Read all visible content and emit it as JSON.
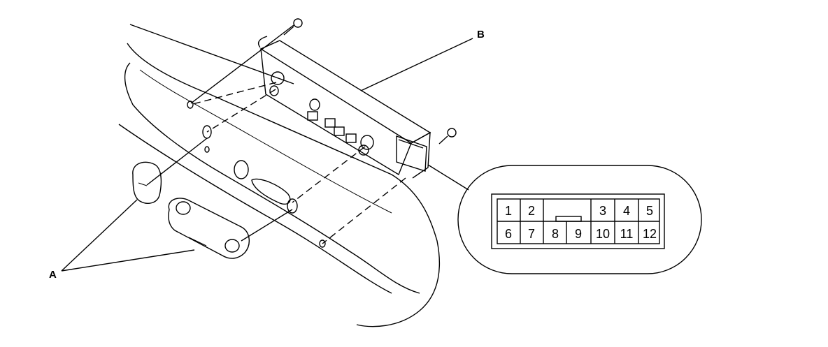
{
  "callouts": {
    "a": "A",
    "b": "B"
  },
  "connector": {
    "top_row": [
      "1",
      "2",
      "",
      "3",
      "4",
      "5"
    ],
    "bottom_row": [
      "6",
      "7",
      "8",
      "9",
      "10",
      "11",
      "12"
    ]
  }
}
